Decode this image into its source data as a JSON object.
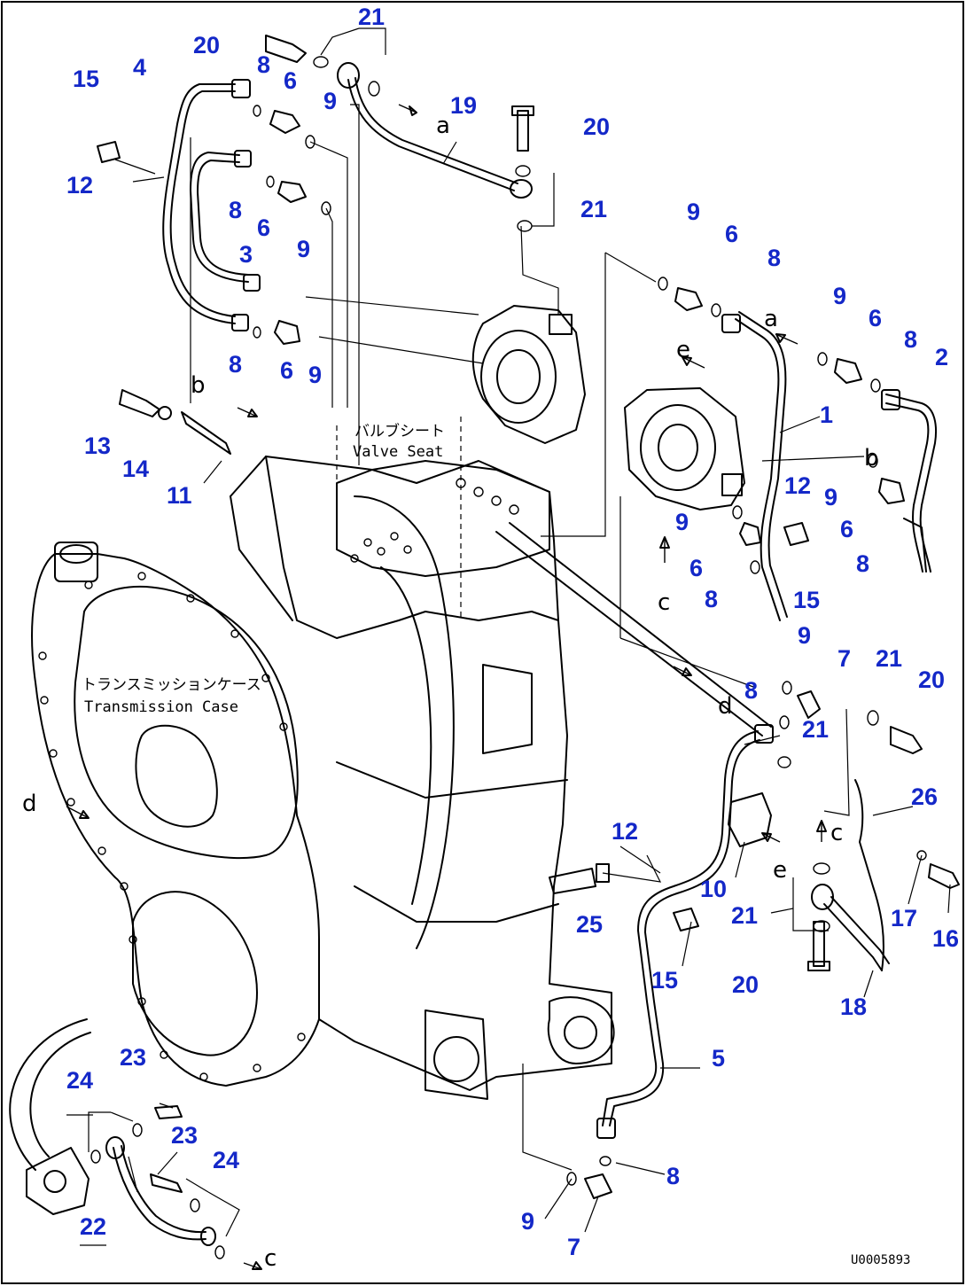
{
  "drawing_code": "U0005893",
  "annotations": {
    "valve_seat_ja": "バルブシート",
    "valve_seat_en": "Valve Seat",
    "transmission_case_ja": "トランスミッションケース",
    "transmission_case_en": "Transmission Case"
  },
  "reference_letters": [
    "a",
    "b",
    "c",
    "d",
    "e"
  ],
  "part_callouts": [
    "1",
    "2",
    "3",
    "4",
    "5",
    "6",
    "7",
    "8",
    "9",
    "10",
    "11",
    "12",
    "13",
    "14",
    "15",
    "16",
    "17",
    "18",
    "19",
    "20",
    "21",
    "22",
    "23",
    "24",
    "25",
    "26"
  ]
}
